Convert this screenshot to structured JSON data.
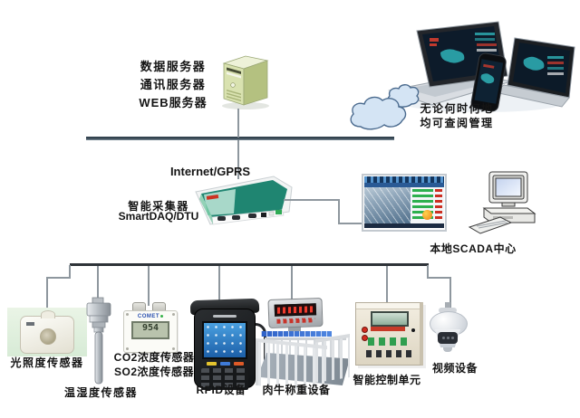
{
  "diagram": {
    "server_stack": {
      "labels": [
        "数据服务器",
        "通讯服务器",
        "WEB服务器"
      ]
    },
    "remote_access": {
      "caption": [
        "无论何时何地",
        "均可查阅管理"
      ]
    },
    "network": {
      "label": "Internet/GPRS"
    },
    "daq": {
      "name": "智能采集器",
      "model": "SmartDAQ/DTU"
    },
    "scada": {
      "label": "本地SCADA中心"
    },
    "devices": {
      "light": {
        "label": "光照度传感器"
      },
      "temp_humidity": {
        "label": "温湿度传感器"
      },
      "gas": {
        "label_co2": "CO2浓度传感器",
        "label_so2": "SO2浓度传感器",
        "brand": "COMET",
        "lcd_value": "954"
      },
      "rfid": {
        "label": "RFID设备"
      },
      "weighing": {
        "label": "肉牛称重设备"
      },
      "control": {
        "label": "智能控制单元"
      },
      "video": {
        "label": "视频设备"
      }
    },
    "colors": {
      "bus_dark": "#33434f",
      "bus_bottom": "#2e3338",
      "wire_gray": "#8e979e",
      "daq_teal": "#1f8571",
      "server_green": "#b4c180",
      "screen_blue": "#1c5fa8",
      "lcd_green": "#b9c3ad",
      "indicator_green": "#2db04e",
      "indicator_red": "#cc2f22",
      "banner_blue": "#2f62c8",
      "cloud_fill": "#d4e4f4"
    }
  }
}
